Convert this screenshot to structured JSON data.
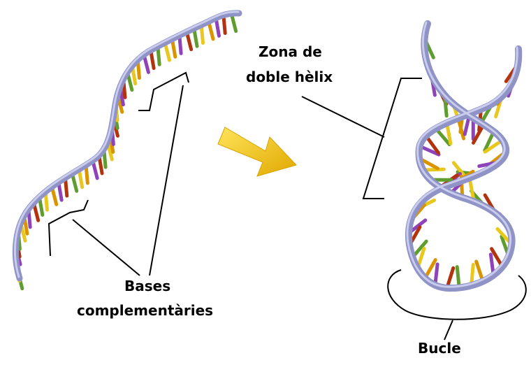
{
  "labels": {
    "helix_line1": "Zona de",
    "helix_line2": "doble hèlix",
    "bases_line1": "Bases",
    "bases_line2": "complementàries",
    "loop": "Bucle"
  },
  "colors": {
    "backbone": "#8f93c6",
    "backbone_highlight": "#c9ccec",
    "arrow": "#f5c200",
    "base_purple": "#8e44b8",
    "base_green": "#5f9e2e",
    "base_orange": "#d99400",
    "base_red": "#b2340f",
    "base_yellow": "#e8c81e",
    "bracket": "#000000"
  },
  "icons": {
    "process_arrow": "right-arrow-icon"
  }
}
